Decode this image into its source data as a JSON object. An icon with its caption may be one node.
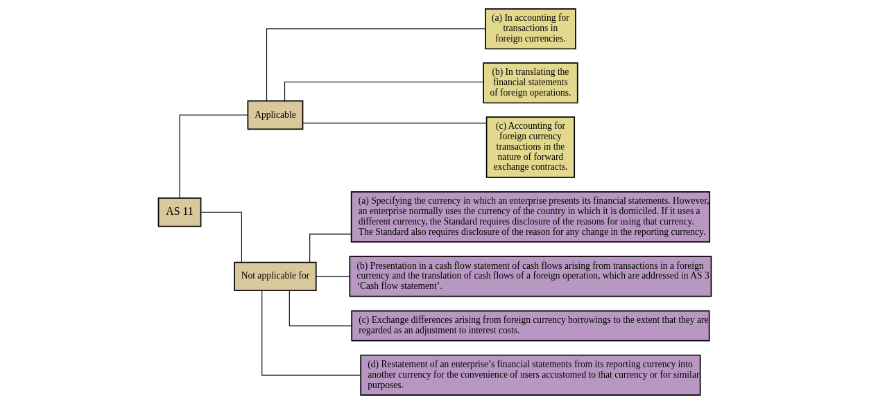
{
  "diagram": {
    "nodes": [
      {
        "text": [
          "AS 11"
        ]
      },
      {
        "text": [
          "Applicable"
        ]
      },
      {
        "text": [
          "Not applicable for"
        ]
      },
      {
        "text": [
          "(a) In accounting for transactions in foreign currencies."
        ]
      },
      {
        "text": [
          "(b) In translating the financial statements of foreign operations."
        ]
      },
      {
        "text": [
          "(c) Accounting for foreign currency transactions in the nature of forward exchange contracts."
        ]
      },
      {
        "text": [
          "(a) Specifying the currency in which an enterprise presents its financial statements. However, an enterprise normally uses the currency of the country in which it is domiciled. If it uses a different currency, the Standard requires disclosure of the reasons for using that currency. The Standard also requires disclosure of the reason for any change in the reporting currency."
        ]
      },
      {
        "text": [
          "(b) Presentation in a cash flow statement of cash flows arising from transactions in a foreign currency and the translation of cash flows of a foreign operation, which are addressed in AS 3 ‘Cash flow statement’."
        ]
      },
      {
        "text": [
          "(c) Exchange differences arising from foreign currency borrowings to the extent that they are regarded as an adjustment to interest costs."
        ]
      },
      {
        "text": [
          "(d) Restatement of an enterprise’s financial statements from its reporting currency into another currency for the convenience of users accustomed to that currency or for similar purposes."
        ]
      }
    ],
    "edges": [
      {
        "from": 0,
        "to": 1,
        "arrow": "none"
      },
      {
        "from": 0,
        "to": 2,
        "arrow": "none"
      },
      {
        "from": 1,
        "to": 3,
        "arrow": "none"
      },
      {
        "from": 1,
        "to": 4,
        "arrow": "none"
      },
      {
        "from": 1,
        "to": 5,
        "arrow": "none"
      },
      {
        "from": 2,
        "to": 6,
        "arrow": "none"
      },
      {
        "from": 2,
        "to": 7,
        "arrow": "none"
      },
      {
        "from": 2,
        "to": 8,
        "arrow": "none"
      },
      {
        "from": 2,
        "to": 9,
        "arrow": "none"
      }
    ]
  }
}
